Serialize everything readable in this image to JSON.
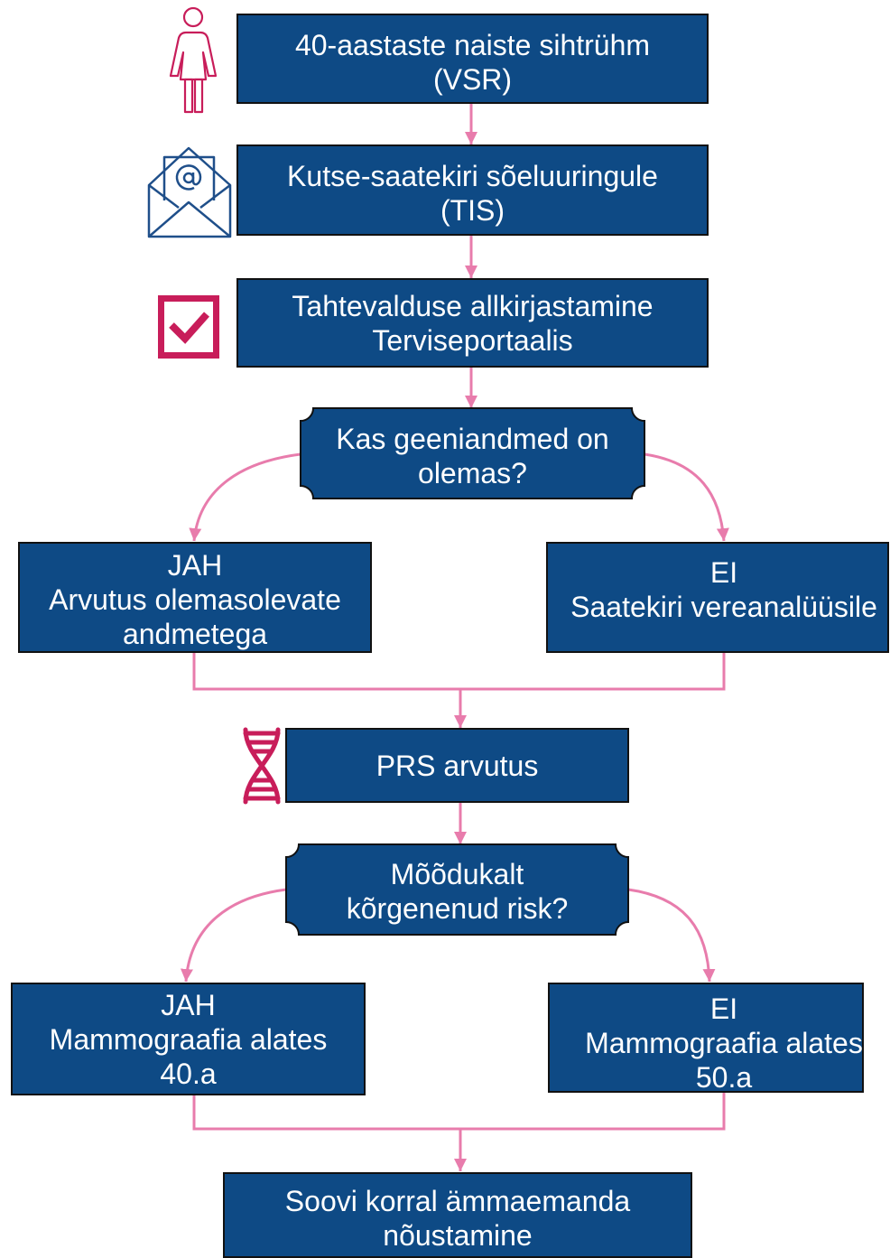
{
  "steps": {
    "target_group": {
      "lines": [
        "40-aastaste naiste sihtrühm",
        "(VSR)"
      ],
      "icon": "woman-icon"
    },
    "invitation": {
      "lines": [
        "Kutse-saatekiri sõeluuringule",
        "(TIS)"
      ],
      "icon": "envelope-at-icon"
    },
    "consent": {
      "lines": [
        "Tahtevalduse allkirjastamine",
        "Terviseportaalis"
      ],
      "icon": "checkbox-checked-icon"
    },
    "decision_genes": {
      "lines": [
        "Kas geeniandmed on",
        "olemas?"
      ]
    },
    "genes_yes": {
      "lines": [
        "JAH",
        "Arvutus olemasolevate",
        "andmetega"
      ]
    },
    "genes_no": {
      "lines": [
        "EI",
        "Saatekiri vereanalüüsile"
      ]
    },
    "prs": {
      "lines": [
        "PRS arvutus"
      ],
      "icon": "dna-icon"
    },
    "decision_risk": {
      "lines": [
        "Mõõdukalt",
        "kõrgenenud risk?"
      ]
    },
    "risk_yes": {
      "lines": [
        "JAH",
        "Mammograafia alates",
        "40.a"
      ]
    },
    "risk_no": {
      "lines": [
        "EI",
        "Mammograafia alates",
        "50.a"
      ]
    },
    "counseling": {
      "lines": [
        "Soovi korral ämmaemanda",
        "nõustamine"
      ]
    }
  },
  "colors": {
    "box_fill": "#0e4a85",
    "connector": "#e87cac",
    "icon_accent": "#c81d5a",
    "envelope_icon": "#1f4f8a"
  }
}
